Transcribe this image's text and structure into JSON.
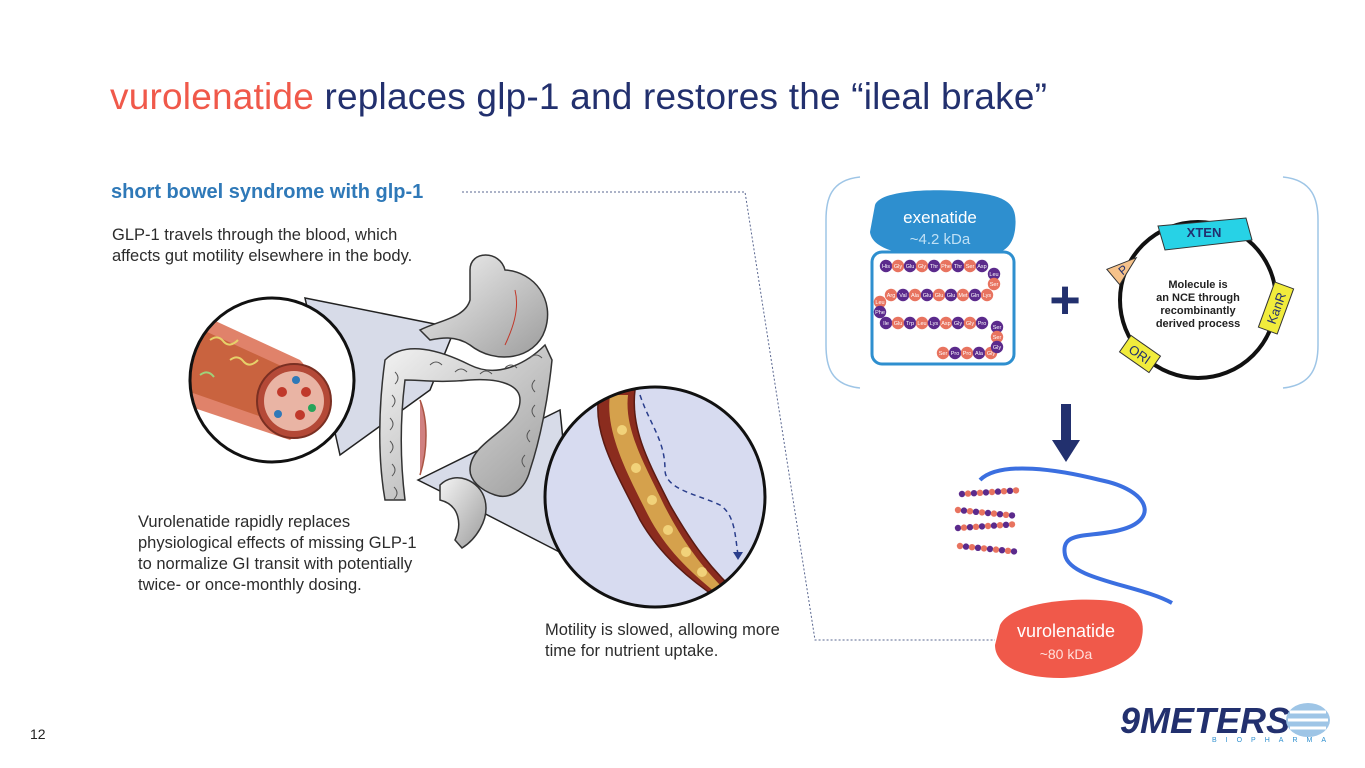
{
  "slide": {
    "title_accent": "vurolenatide",
    "title_rest": " replaces glp-1 and restores the “ileal brake”",
    "page_number": "12"
  },
  "left": {
    "subhead": "short bowel syndrome with glp-1",
    "blood_text": "GLP-1 travels through the blood, which\naffects gut motility elsewhere in the body.",
    "vurolenatide_text": "Vurolenatide rapidly replaces\nphysiological effects of missing GLP-1\nto normalize GI transit with potentially\ntwice- or once-monthly dosing.",
    "motility_text": "Motility is slowed, allowing more\ntime for nutrient uptake."
  },
  "right": {
    "exenatide": {
      "name": "exenatide",
      "mass": "~4.2 kDa"
    },
    "peptide_rows": [
      [
        "His",
        "Gly",
        "Glu",
        "Gly",
        "Thr",
        "Phe",
        "Thr",
        "Ser",
        "Asp"
      ],
      [
        "Arg",
        "Val",
        "Ala",
        "Glu",
        "Glu",
        "Glu",
        "Met",
        "Gln",
        "Lys"
      ],
      [
        "Ile",
        "Glu",
        "Trp",
        "Leu",
        "Lys",
        "Asp",
        "Gly",
        "Gly",
        "Pro"
      ],
      [
        "Ser",
        "Pro",
        "Pro",
        "Ala",
        "Gly"
      ]
    ],
    "peptide_side_left": [
      "Leu",
      "Phe"
    ],
    "peptide_side_right": [
      "Leu",
      "Ser"
    ],
    "peptide_side_right2": [
      "Ser",
      "Ser",
      "Gly"
    ],
    "plus_symbol": "+",
    "plasmid": {
      "center_text": [
        "Molecule is",
        "an NCE through",
        "recombinantly",
        "derived process"
      ],
      "xten_label": "XTEN",
      "kanr_label": "KanR",
      "ori_label": "ORI",
      "p_label": "P"
    },
    "vurolenatide": {
      "name": "vurolenatide",
      "mass": "~80 kDa"
    }
  },
  "logo": {
    "text": "9METERS",
    "sub": "BIOPHARMA"
  },
  "colors": {
    "navy": "#22306e",
    "coral": "#f0594a",
    "blue": "#2f79b8",
    "exenatide_blue": "#2e8fcf",
    "xten_cyan": "#27d2e6",
    "gene_yellow": "#f1ec3c",
    "promoter_peach": "#f6c28a",
    "strand_blue": "#3b6fe0"
  }
}
